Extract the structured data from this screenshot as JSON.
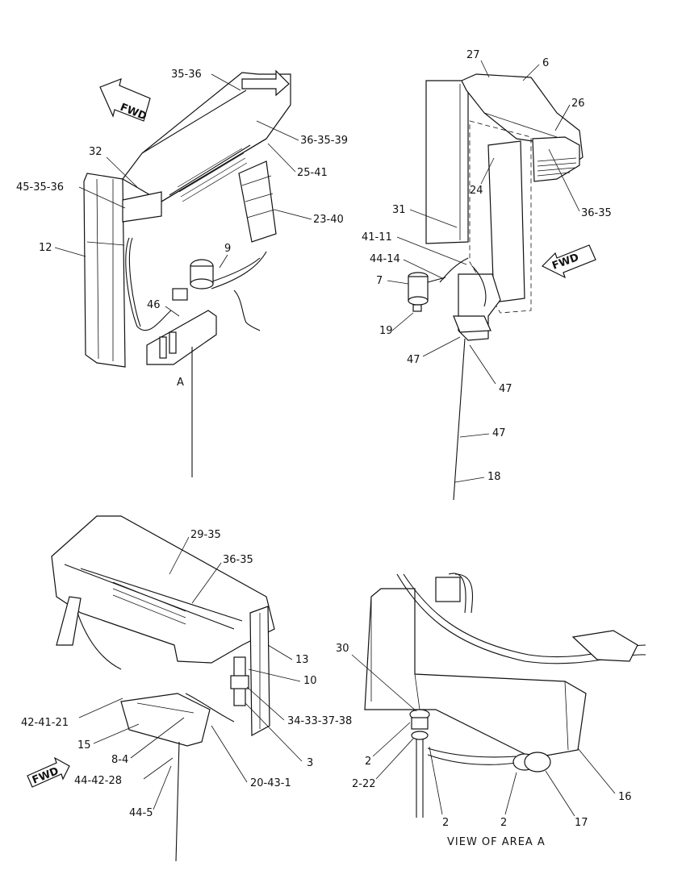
{
  "fwd_text": "FWD",
  "area_marker": "A",
  "view_caption": "VIEW OF AREA A",
  "callouts": {
    "top_left": [
      "35-36",
      "36-35-39",
      "25-41",
      "32",
      "45-35-36",
      "23-40",
      "12",
      "9",
      "46"
    ],
    "top_right": [
      "27",
      "6",
      "26",
      "24",
      "36-35",
      "31",
      "41-11",
      "44-14",
      "7",
      "19",
      "47",
      "47",
      "47",
      "18"
    ],
    "bottom_left": [
      "29-35",
      "36-35",
      "13",
      "10",
      "34-33-37-38",
      "3",
      "42-41-21",
      "15",
      "8-4",
      "44-42-28",
      "20-43-1",
      "44-5"
    ],
    "bottom_right": [
      "30",
      "2",
      "2-22",
      "2",
      "2",
      "17",
      "16"
    ]
  }
}
